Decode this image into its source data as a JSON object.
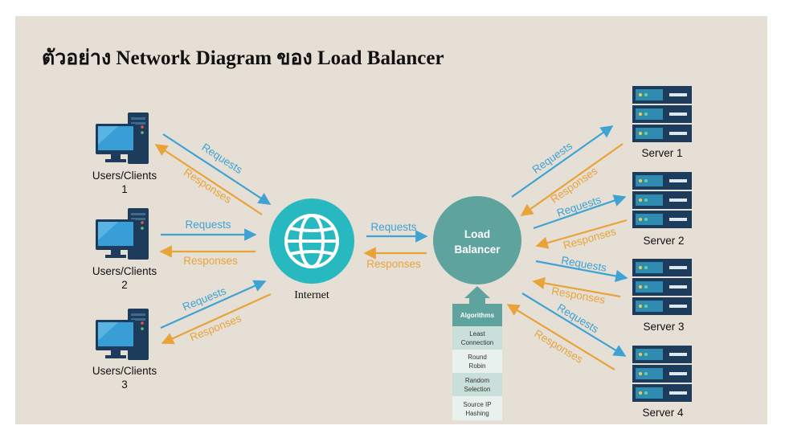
{
  "title": "ตัวอย่าง Network Diagram ของ Load Balancer",
  "clients": [
    {
      "label_line1": "Users/Clients",
      "label_line2": "1"
    },
    {
      "label_line1": "Users/Clients",
      "label_line2": "2"
    },
    {
      "label_line1": "Users/Clients",
      "label_line2": "3"
    }
  ],
  "internet": {
    "label": "Internet"
  },
  "load_balancer": {
    "line1": "Load",
    "line2": "Balancer"
  },
  "algorithms": {
    "header": "Algorithms",
    "items": [
      {
        "line1": "Least",
        "line2": "Connection"
      },
      {
        "line1": "Round",
        "line2": "Robin"
      },
      {
        "line1": "Random",
        "line2": "Selection"
      },
      {
        "line1": "Source IP",
        "line2": "Hashing"
      }
    ]
  },
  "servers": [
    {
      "label": "Server 1"
    },
    {
      "label": "Server 2"
    },
    {
      "label": "Server 3"
    },
    {
      "label": "Server 4"
    }
  ],
  "flow": {
    "requests": "Requests",
    "responses": "Responses"
  },
  "colors": {
    "background": "#e5dfd5",
    "requests": "#3fa2d3",
    "responses": "#e8a33a",
    "internet": "#27b9bf",
    "load_balancer": "#5ea39e",
    "server": "#1d3b5a",
    "server_panel": "#2f8bb0"
  }
}
